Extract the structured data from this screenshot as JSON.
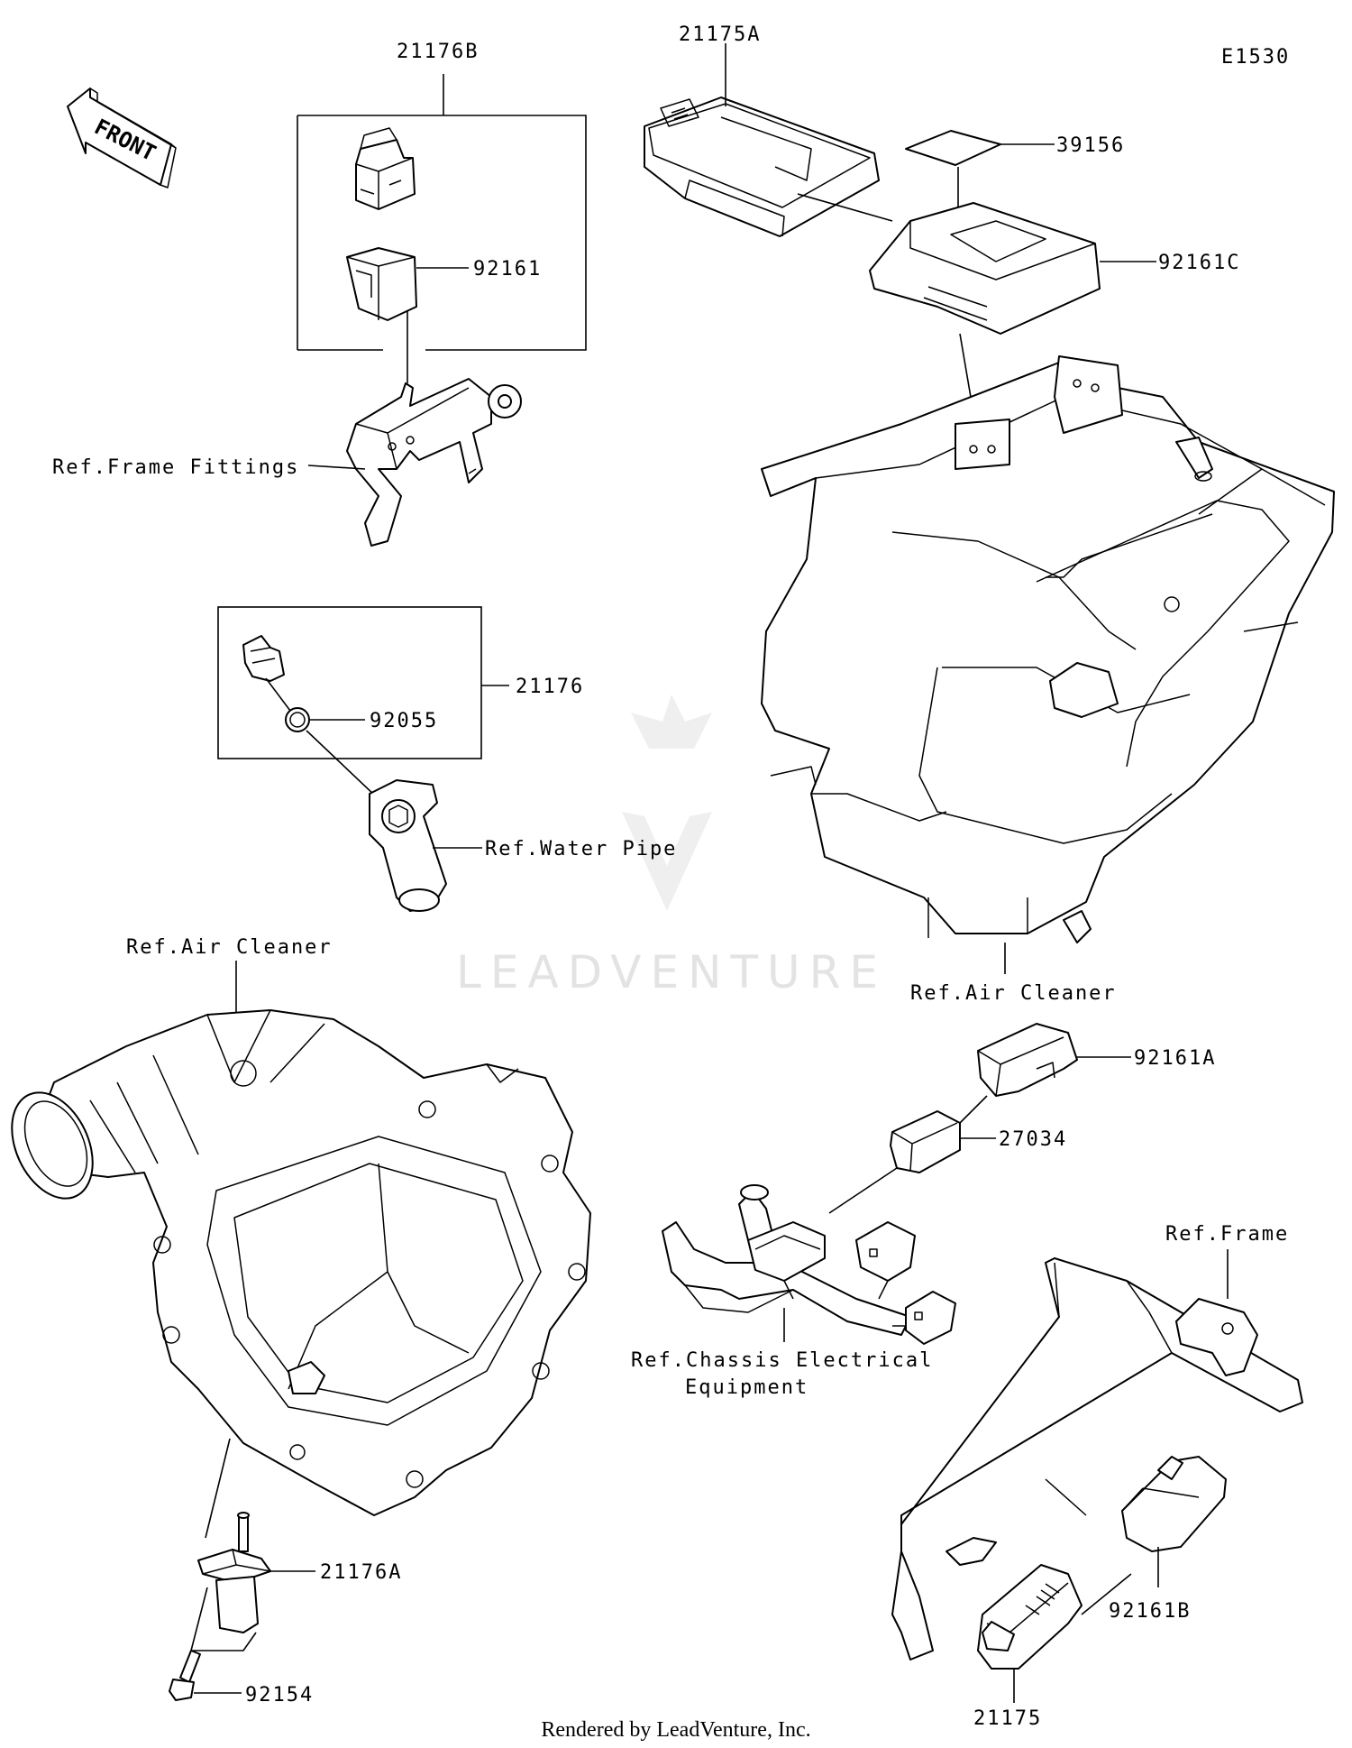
{
  "diagram_code": "E1530",
  "front_label": "FRONT",
  "watermark": "LEADVENTURE",
  "credit": "Rendered by LeadVenture, Inc.",
  "labels": {
    "p21176B": "21176B",
    "p21175A": "21175A",
    "p39156": "39156",
    "p92161": "92161",
    "p92161C": "92161C",
    "ref_frame_fittings": "Ref.Frame Fittings",
    "p21176": "21176",
    "p92055": "92055",
    "ref_water_pipe": "Ref.Water Pipe",
    "ref_air_cleaner_left": "Ref.Air Cleaner",
    "ref_air_cleaner_right": "Ref.Air Cleaner",
    "p92161A": "92161A",
    "p27034": "27034",
    "ref_frame": "Ref.Frame",
    "ref_chassis_1": "Ref.Chassis Electrical",
    "ref_chassis_2": "Equipment",
    "p21176A": "21176A",
    "p92161B": "92161B",
    "p92154": "92154",
    "p21175": "21175"
  }
}
